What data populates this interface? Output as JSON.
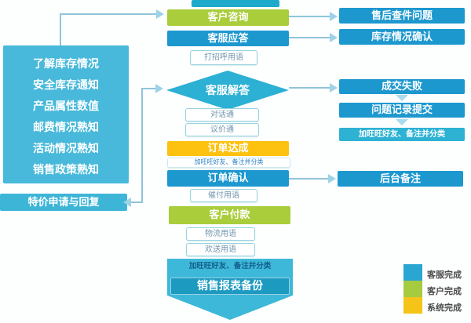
{
  "diagram": {
    "left_panel": {
      "items": [
        "了解库存情况",
        "安全库存通知",
        "产品属性数值",
        "邮费情况熟知",
        "活动情况熟知",
        "销售政策熟知"
      ],
      "special_price_label": "特价申请与回复"
    },
    "main_flow": {
      "customer_inquiry": "客户咨询",
      "service_reply": "客服应答",
      "greeting_note": "打招呼用语",
      "service_answer": "客服解答",
      "dialog_note": "对话通",
      "bargain_note": "议价通",
      "order_reached": "订单达成",
      "order_reached_note": "加旺旺好友、备注并分类",
      "order_confirm": "订单确认",
      "urge_pay_note": "催付用语",
      "customer_payment": "客户付款",
      "logistics_note": "物流用语",
      "farewell_note": "欢送用语",
      "add_friend_note": "加旺旺好友、备注并分类",
      "report_backup": "销售报表备份"
    },
    "right_flow": {
      "after_sale_issue": "售后查件问题",
      "stock_confirm": "库存情况确认",
      "deal_failed": "成交失败",
      "issue_record_submit": "问题记录提交",
      "add_friend_note": "加旺旺好友、备注并分类",
      "backend_note": "后台备注"
    },
    "legend": {
      "items": [
        {
          "label": "客服完成",
          "color": "#2aa6d2"
        },
        {
          "label": "客户完成",
          "color": "#a5cb3f"
        },
        {
          "label": "系统完成",
          "color": "#f6c318"
        }
      ]
    },
    "colors": {
      "teal": "#45b8d9",
      "blue": "#1d98cf",
      "green": "#a9cd3b",
      "yellow": "#fdc110",
      "line": "#90c4da"
    }
  }
}
